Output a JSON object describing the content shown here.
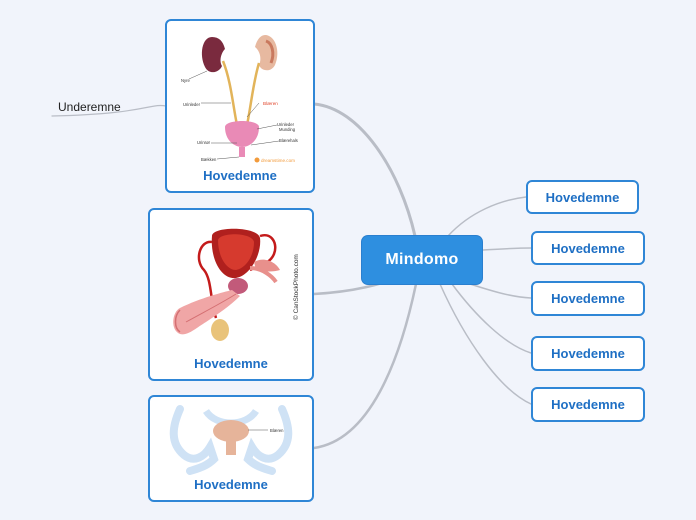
{
  "central": {
    "label": "Mindomo"
  },
  "left_topics": [
    {
      "label": "Hovedemne",
      "image": {
        "labels": [
          "Nyre",
          "Urinleder",
          "Blæren",
          "Urinleder\nMunding",
          "Urinrør",
          "Blærehals",
          "Bækken"
        ],
        "logo": "dreamstime.com"
      }
    },
    {
      "label": "Hovedemne",
      "image": {
        "watermark": "© CanStockPhoto.com"
      }
    },
    {
      "label": "Hovedemne",
      "image": {
        "labels": [
          "Blæren"
        ]
      }
    }
  ],
  "subtopic": {
    "label": "Underemne"
  },
  "right_topics": [
    {
      "label": "Hovedemne"
    },
    {
      "label": "Hovedemne"
    },
    {
      "label": "Hovedemne"
    },
    {
      "label": "Hovedemne"
    },
    {
      "label": "Hovedemne"
    }
  ],
  "colors": {
    "central_bg": "#2e8fe0",
    "topic_border": "#2f86d6",
    "topic_text": "#1e6fc4",
    "link": "#b9bdc6",
    "background": "#f1f4fb"
  }
}
